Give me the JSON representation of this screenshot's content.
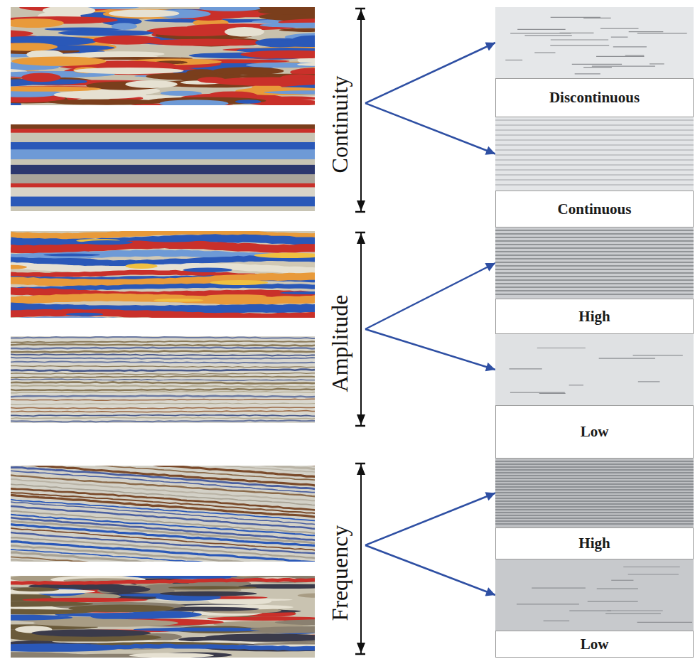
{
  "diagram": {
    "nodes": [
      {
        "text": [
          "Continuity"
        ]
      },
      {
        "text": [
          "Discontinuous"
        ]
      },
      {
        "text": [
          "Continuous"
        ]
      },
      {
        "text": [
          "Amplitude"
        ]
      },
      {
        "text": [
          "High"
        ]
      },
      {
        "text": [
          "Low"
        ]
      },
      {
        "text": [
          "Frequency"
        ]
      },
      {
        "text": [
          "High"
        ]
      },
      {
        "text": [
          "Low"
        ]
      }
    ],
    "edges": [
      {
        "from": 0,
        "to": 1,
        "arrow": "to"
      },
      {
        "from": 0,
        "to": 2,
        "arrow": "to"
      },
      {
        "from": 3,
        "to": 4,
        "arrow": "to"
      },
      {
        "from": 3,
        "to": 5,
        "arrow": "to"
      },
      {
        "from": 6,
        "to": 7,
        "arrow": "to"
      },
      {
        "from": 6,
        "to": 8,
        "arrow": "to"
      }
    ]
  }
}
